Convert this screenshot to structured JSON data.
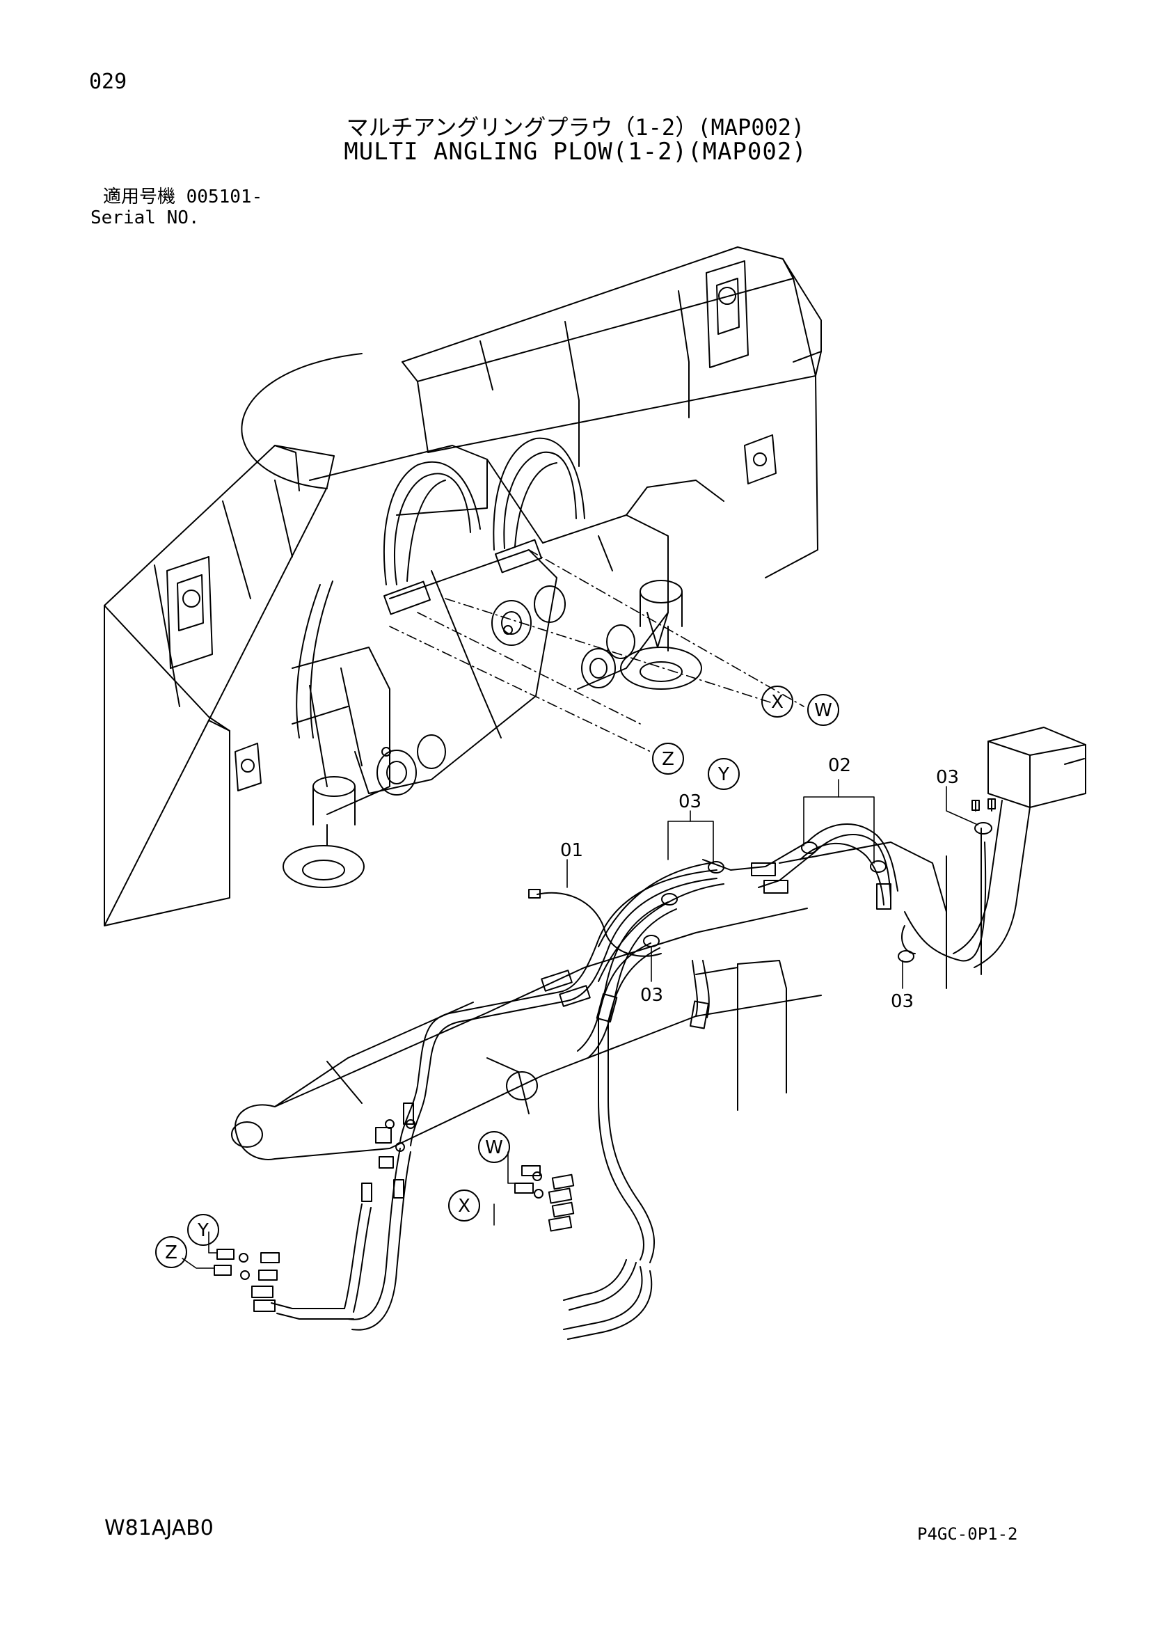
{
  "header": {
    "page_number": "029",
    "title_jp": "マルチアングリングプラウ（1-2）(MAP002)",
    "title_en": "MULTI ANGLING PLOW(1-2)(MAP002)"
  },
  "serial": {
    "label_jp": "適用号機 005101-",
    "label_en": "Serial NO."
  },
  "callouts": {
    "part_01": "01",
    "part_02": "02",
    "part_03_top": "03",
    "part_03_right": "03",
    "part_03_mid": "03",
    "part_03_lower_right": "03"
  },
  "connection_markers": {
    "x_top": "X",
    "w_top": "W",
    "z_top": "Z",
    "y_top": "Y",
    "w_bottom": "W",
    "x_bottom": "X",
    "y_bottom": "Y",
    "z_bottom": "Z"
  },
  "footer": {
    "doc_code": "W81AJAB0",
    "page_code": "P4GC-0P1-2"
  }
}
